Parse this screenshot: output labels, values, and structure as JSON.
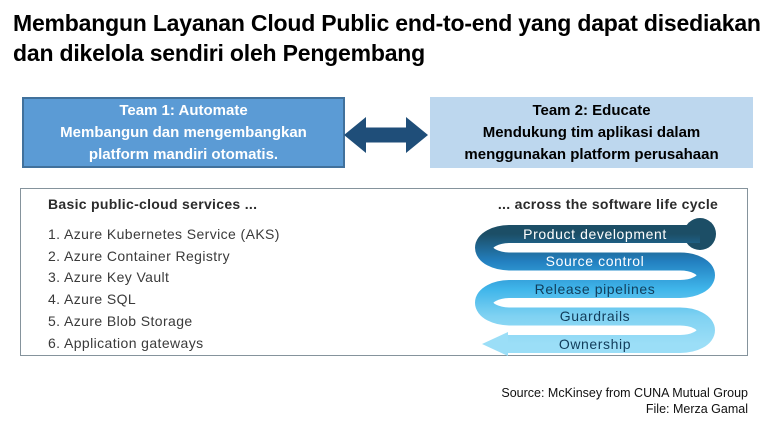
{
  "slide": {
    "title_lines": [
      "Membangun Layanan Cloud Public end-to-end yang dapat disediakan",
      "dan dikelola sendiri oleh Pengembang"
    ],
    "teams": [
      {
        "heading": "Team 1: Automate",
        "description": "Membangun dan mengembangkan platform mandiri otomatis.",
        "bg_color": "#5B9BD5",
        "border_color": "#41719C",
        "text_color": "#FFFFFF"
      },
      {
        "heading": "Team 2: Educate",
        "description": "Mendukung tim aplikasi dalam menggunakan platform perusahaan",
        "bg_color": "#BDD7EE",
        "text_color": "#000000"
      }
    ],
    "arrow": {
      "icon": "double-headed-horizontal-arrow",
      "color": "#1F4E79"
    },
    "panel": {
      "border_color": "#85939C",
      "left_header": "Basic public-cloud services ...",
      "services": [
        "1. Azure Kubernetes Service (AKS)",
        "2. Azure Container Registry",
        "3. Azure Key Vault",
        "4. Azure SQL",
        "5. Azure Blob Storage",
        "6. Application gateways"
      ],
      "right_header": "... across the software life cycle",
      "lifecycle_stages": [
        {
          "label": "Product development",
          "band_color": "#1C4E66",
          "text_color": "#FFFFFF"
        },
        {
          "label": "Source control",
          "band_color": "#2380C0",
          "text_color": "#FFFFFF"
        },
        {
          "label": "Release pipelines",
          "band_color": "#3FB5EA",
          "text_color": "#113C5A"
        },
        {
          "label": "Guardrails",
          "band_color": "#80D2F2",
          "text_color": "#113C5A"
        },
        {
          "label": "Ownership",
          "band_color": "#9BDEF7",
          "text_color": "#113C5A"
        }
      ],
      "diagram": "s-shaped-ribbon-flow-ending-in-left-arrow"
    },
    "footer": {
      "source": "Source: McKinsey from CUNA Mutual Group",
      "file": "File: Merza Gamal"
    }
  }
}
